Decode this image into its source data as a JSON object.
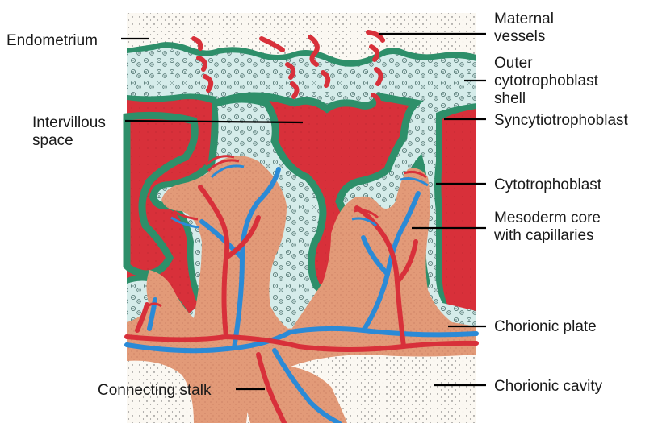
{
  "labels": {
    "endometrium": "Endometrium",
    "maternal_vessels_1": "Maternal",
    "maternal_vessels_2": "vessels",
    "outer_shell_1": "Outer",
    "outer_shell_2": "cytotrophoblast",
    "outer_shell_3": "shell",
    "intervillous_1": "Intervillous",
    "intervillous_2": "space",
    "syncytiotrophoblast": "Syncytiotrophoblast",
    "cytotrophoblast": "Cytotrophoblast",
    "mesoderm_1": "Mesoderm core",
    "mesoderm_2": "with capillaries",
    "chorionic_plate": "Chorionic plate",
    "connecting_stalk": "Connecting stalk",
    "chorionic_cavity": "Chorionic cavity"
  },
  "colors": {
    "blood": "#d8303a",
    "vessel_red": "#d8303a",
    "vessel_blue": "#2b8ad6",
    "mesoderm": "#e29a78",
    "syncytio": "#2e8f6a",
    "cytotrophoblast": "#d5ecea",
    "endometrium": "#fbf8f2"
  }
}
